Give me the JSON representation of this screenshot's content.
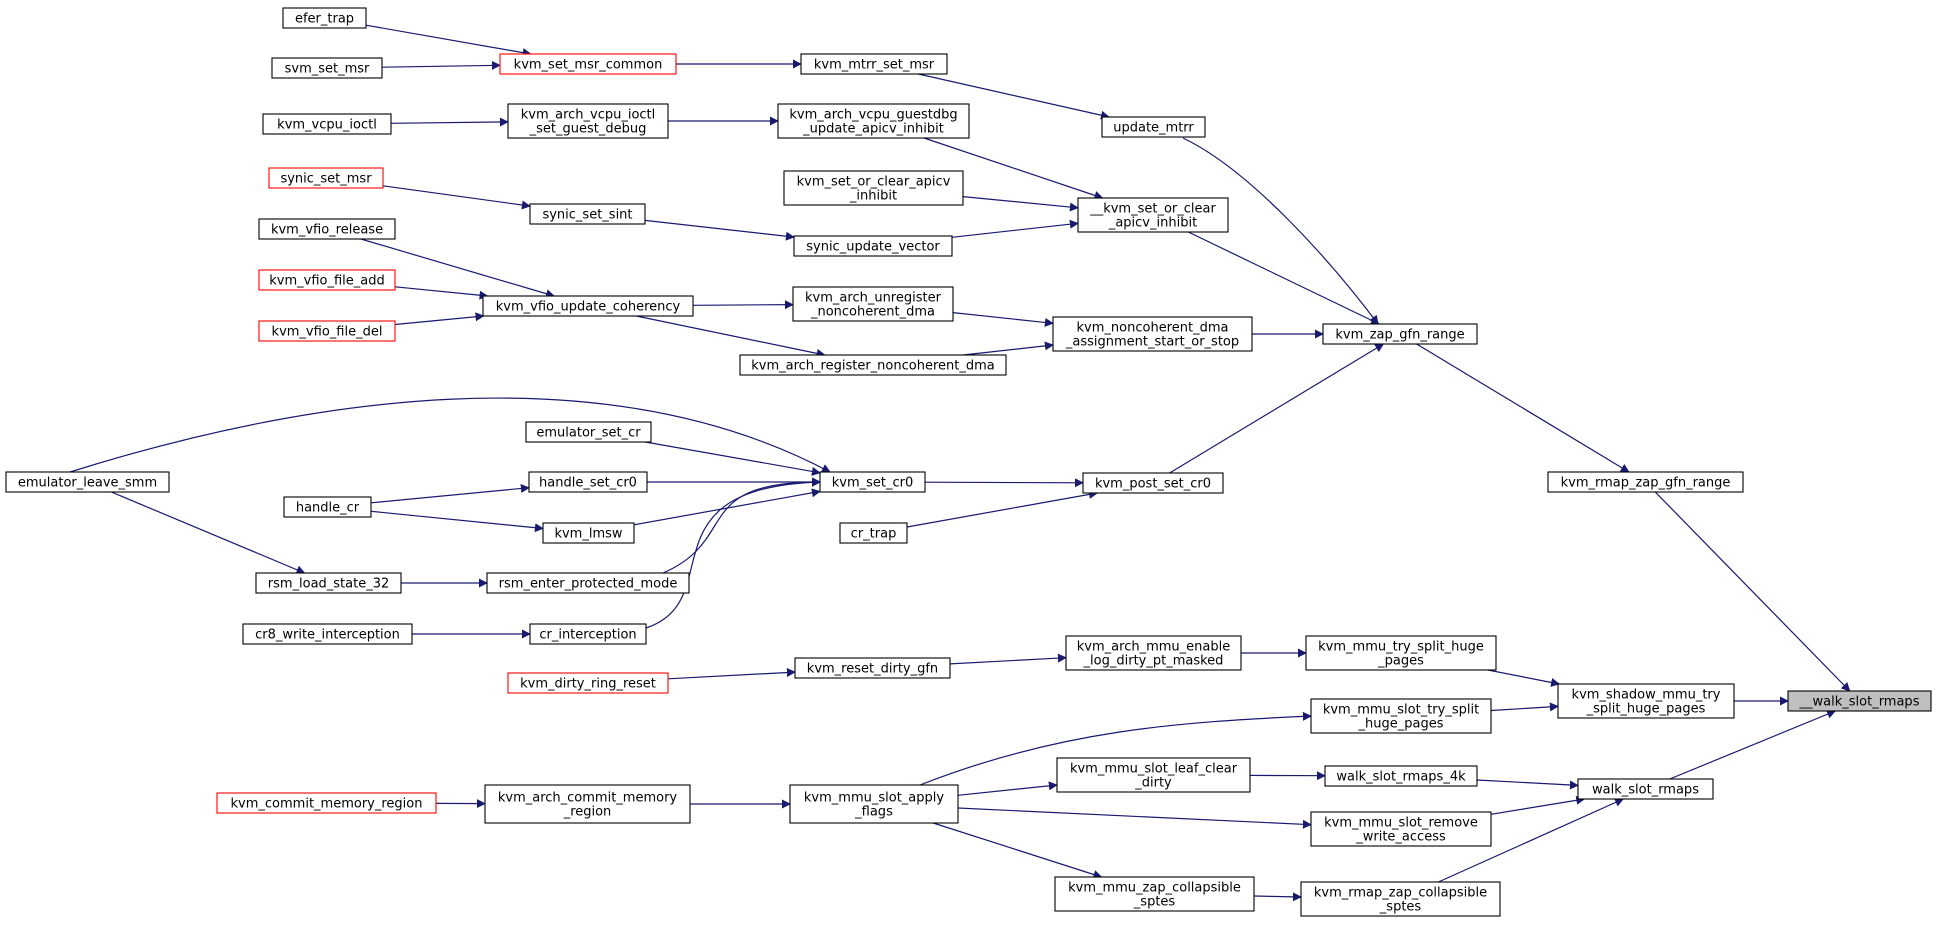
{
  "graph": {
    "root": "__walk_slot_rmaps",
    "edge_color": "#191970",
    "highlight_border_color": "#ff0000",
    "root_fill_color": "#bfbfbf",
    "nodes": [
      {
        "id": "walk_slot_rmaps_root",
        "lines": [
          "__walk_slot_rmaps"
        ],
        "style": "root"
      },
      {
        "id": "kvm_rmap_zap_gfn_range",
        "lines": [
          "kvm_rmap_zap_gfn_range"
        ],
        "style": "normal"
      },
      {
        "id": "kvm_shadow_mmu_try_split_huge_pages",
        "lines": [
          "kvm_shadow_mmu_try",
          "_split_huge_pages"
        ],
        "style": "normal"
      },
      {
        "id": "walk_slot_rmaps",
        "lines": [
          "walk_slot_rmaps"
        ],
        "style": "normal"
      },
      {
        "id": "kvm_zap_gfn_range",
        "lines": [
          "kvm_zap_gfn_range"
        ],
        "style": "normal"
      },
      {
        "id": "update_mtrr",
        "lines": [
          "update_mtrr"
        ],
        "style": "normal"
      },
      {
        "id": "__kvm_set_or_clear_apicv_inhibit",
        "lines": [
          "__kvm_set_or_clear",
          "_apicv_inhibit"
        ],
        "style": "normal"
      },
      {
        "id": "kvm_noncoherent_dma_assignment_start_or_stop",
        "lines": [
          "kvm_noncoherent_dma",
          "_assignment_start_or_stop"
        ],
        "style": "normal"
      },
      {
        "id": "kvm_post_set_cr0",
        "lines": [
          "kvm_post_set_cr0"
        ],
        "style": "normal"
      },
      {
        "id": "kvm_mtrr_set_msr",
        "lines": [
          "kvm_mtrr_set_msr"
        ],
        "style": "normal"
      },
      {
        "id": "kvm_set_msr_common",
        "lines": [
          "kvm_set_msr_common"
        ],
        "style": "red"
      },
      {
        "id": "efer_trap",
        "lines": [
          "efer_trap"
        ],
        "style": "normal"
      },
      {
        "id": "svm_set_msr",
        "lines": [
          "svm_set_msr"
        ],
        "style": "normal"
      },
      {
        "id": "kvm_arch_vcpu_guestdbg_update_apicv_inhibit",
        "lines": [
          "kvm_arch_vcpu_guestdbg",
          "_update_apicv_inhibit"
        ],
        "style": "normal"
      },
      {
        "id": "kvm_arch_vcpu_ioctl_set_guest_debug",
        "lines": [
          "kvm_arch_vcpu_ioctl",
          "_set_guest_debug"
        ],
        "style": "normal"
      },
      {
        "id": "kvm_vcpu_ioctl",
        "lines": [
          "kvm_vcpu_ioctl"
        ],
        "style": "normal"
      },
      {
        "id": "kvm_set_or_clear_apicv_inhibit",
        "lines": [
          "kvm_set_or_clear_apicv",
          "_inhibit"
        ],
        "style": "normal"
      },
      {
        "id": "synic_update_vector",
        "lines": [
          "synic_update_vector"
        ],
        "style": "normal"
      },
      {
        "id": "synic_set_sint",
        "lines": [
          "synic_set_sint"
        ],
        "style": "normal"
      },
      {
        "id": "synic_set_msr",
        "lines": [
          "synic_set_msr"
        ],
        "style": "red"
      },
      {
        "id": "kvm_arch_unregister_noncoherent_dma",
        "lines": [
          "kvm_arch_unregister",
          "_noncoherent_dma"
        ],
        "style": "normal"
      },
      {
        "id": "kvm_arch_register_noncoherent_dma",
        "lines": [
          "kvm_arch_register_noncoherent_dma"
        ],
        "style": "normal"
      },
      {
        "id": "kvm_vfio_update_coherency",
        "lines": [
          "kvm_vfio_update_coherency"
        ],
        "style": "normal"
      },
      {
        "id": "kvm_vfio_release",
        "lines": [
          "kvm_vfio_release"
        ],
        "style": "normal"
      },
      {
        "id": "kvm_vfio_file_add",
        "lines": [
          "kvm_vfio_file_add"
        ],
        "style": "red"
      },
      {
        "id": "kvm_vfio_file_del",
        "lines": [
          "kvm_vfio_file_del"
        ],
        "style": "red"
      },
      {
        "id": "kvm_set_cr0",
        "lines": [
          "kvm_set_cr0"
        ],
        "style": "normal"
      },
      {
        "id": "cr_trap",
        "lines": [
          "cr_trap"
        ],
        "style": "normal"
      },
      {
        "id": "emulator_set_cr",
        "lines": [
          "emulator_set_cr"
        ],
        "style": "normal"
      },
      {
        "id": "handle_set_cr0",
        "lines": [
          "handle_set_cr0"
        ],
        "style": "normal"
      },
      {
        "id": "kvm_lmsw",
        "lines": [
          "kvm_lmsw"
        ],
        "style": "normal"
      },
      {
        "id": "rsm_enter_protected_mode",
        "lines": [
          "rsm_enter_protected_mode"
        ],
        "style": "normal"
      },
      {
        "id": "cr_interception",
        "lines": [
          "cr_interception"
        ],
        "style": "normal"
      },
      {
        "id": "emulator_leave_smm",
        "lines": [
          "emulator_leave_smm"
        ],
        "style": "normal"
      },
      {
        "id": "handle_cr",
        "lines": [
          "handle_cr"
        ],
        "style": "normal"
      },
      {
        "id": "rsm_load_state_32",
        "lines": [
          "rsm_load_state_32"
        ],
        "style": "normal"
      },
      {
        "id": "cr8_write_interception",
        "lines": [
          "cr8_write_interception"
        ],
        "style": "normal"
      },
      {
        "id": "kvm_mmu_try_split_huge_pages",
        "lines": [
          "kvm_mmu_try_split_huge",
          "_pages"
        ],
        "style": "normal"
      },
      {
        "id": "kvm_mmu_slot_try_split_huge_pages",
        "lines": [
          "kvm_mmu_slot_try_split",
          "_huge_pages"
        ],
        "style": "normal"
      },
      {
        "id": "kvm_arch_mmu_enable_log_dirty_pt_masked",
        "lines": [
          "kvm_arch_mmu_enable",
          "_log_dirty_pt_masked"
        ],
        "style": "normal"
      },
      {
        "id": "kvm_reset_dirty_gfn",
        "lines": [
          "kvm_reset_dirty_gfn"
        ],
        "style": "normal"
      },
      {
        "id": "kvm_dirty_ring_reset",
        "lines": [
          "kvm_dirty_ring_reset"
        ],
        "style": "red"
      },
      {
        "id": "walk_slot_rmaps_4k",
        "lines": [
          "walk_slot_rmaps_4k"
        ],
        "style": "normal"
      },
      {
        "id": "kvm_mmu_slot_remove_write_access",
        "lines": [
          "kvm_mmu_slot_remove",
          "_write_access"
        ],
        "style": "normal"
      },
      {
        "id": "kvm_rmap_zap_collapsible_sptes",
        "lines": [
          "kvm_rmap_zap_collapsible",
          "_sptes"
        ],
        "style": "normal"
      },
      {
        "id": "kvm_mmu_slot_leaf_clear_dirty",
        "lines": [
          "kvm_mmu_slot_leaf_clear",
          "_dirty"
        ],
        "style": "normal"
      },
      {
        "id": "kvm_mmu_zap_collapsible_sptes",
        "lines": [
          "kvm_mmu_zap_collapsible",
          "_sptes"
        ],
        "style": "normal"
      },
      {
        "id": "kvm_mmu_slot_apply_flags",
        "lines": [
          "kvm_mmu_slot_apply",
          "_flags"
        ],
        "style": "normal"
      },
      {
        "id": "kvm_arch_commit_memory_region",
        "lines": [
          "kvm_arch_commit_memory",
          "_region"
        ],
        "style": "normal"
      },
      {
        "id": "kvm_commit_memory_region",
        "lines": [
          "kvm_commit_memory_region"
        ],
        "style": "red"
      }
    ],
    "edges": [
      {
        "from": "kvm_rmap_zap_gfn_range",
        "to": "walk_slot_rmaps_root"
      },
      {
        "from": "kvm_shadow_mmu_try_split_huge_pages",
        "to": "walk_slot_rmaps_root"
      },
      {
        "from": "walk_slot_rmaps",
        "to": "walk_slot_rmaps_root"
      },
      {
        "from": "kvm_zap_gfn_range",
        "to": "kvm_rmap_zap_gfn_range"
      },
      {
        "from": "update_mtrr",
        "to": "kvm_zap_gfn_range"
      },
      {
        "from": "__kvm_set_or_clear_apicv_inhibit",
        "to": "kvm_zap_gfn_range"
      },
      {
        "from": "kvm_noncoherent_dma_assignment_start_or_stop",
        "to": "kvm_zap_gfn_range"
      },
      {
        "from": "kvm_post_set_cr0",
        "to": "kvm_zap_gfn_range"
      },
      {
        "from": "kvm_mtrr_set_msr",
        "to": "update_mtrr"
      },
      {
        "from": "kvm_set_msr_common",
        "to": "kvm_mtrr_set_msr"
      },
      {
        "from": "efer_trap",
        "to": "kvm_set_msr_common"
      },
      {
        "from": "svm_set_msr",
        "to": "kvm_set_msr_common"
      },
      {
        "from": "kvm_arch_vcpu_guestdbg_update_apicv_inhibit",
        "to": "__kvm_set_or_clear_apicv_inhibit"
      },
      {
        "from": "kvm_arch_vcpu_ioctl_set_guest_debug",
        "to": "kvm_arch_vcpu_guestdbg_update_apicv_inhibit"
      },
      {
        "from": "kvm_vcpu_ioctl",
        "to": "kvm_arch_vcpu_ioctl_set_guest_debug"
      },
      {
        "from": "kvm_set_or_clear_apicv_inhibit",
        "to": "__kvm_set_or_clear_apicv_inhibit"
      },
      {
        "from": "synic_update_vector",
        "to": "__kvm_set_or_clear_apicv_inhibit"
      },
      {
        "from": "synic_set_sint",
        "to": "synic_update_vector"
      },
      {
        "from": "synic_set_msr",
        "to": "synic_set_sint"
      },
      {
        "from": "kvm_arch_unregister_noncoherent_dma",
        "to": "kvm_noncoherent_dma_assignment_start_or_stop"
      },
      {
        "from": "kvm_arch_register_noncoherent_dma",
        "to": "kvm_noncoherent_dma_assignment_start_or_stop"
      },
      {
        "from": "kvm_vfio_update_coherency",
        "to": "kvm_arch_unregister_noncoherent_dma"
      },
      {
        "from": "kvm_vfio_update_coherency",
        "to": "kvm_arch_register_noncoherent_dma"
      },
      {
        "from": "kvm_vfio_release",
        "to": "kvm_vfio_update_coherency"
      },
      {
        "from": "kvm_vfio_file_add",
        "to": "kvm_vfio_update_coherency"
      },
      {
        "from": "kvm_vfio_file_del",
        "to": "kvm_vfio_update_coherency"
      },
      {
        "from": "kvm_set_cr0",
        "to": "kvm_post_set_cr0"
      },
      {
        "from": "cr_trap",
        "to": "kvm_post_set_cr0"
      },
      {
        "from": "emulator_set_cr",
        "to": "kvm_set_cr0"
      },
      {
        "from": "handle_set_cr0",
        "to": "kvm_set_cr0"
      },
      {
        "from": "kvm_lmsw",
        "to": "kvm_set_cr0"
      },
      {
        "from": "rsm_enter_protected_mode",
        "to": "kvm_set_cr0"
      },
      {
        "from": "cr_interception",
        "to": "kvm_set_cr0"
      },
      {
        "from": "emulator_leave_smm",
        "to": "kvm_set_cr0"
      },
      {
        "from": "handle_cr",
        "to": "handle_set_cr0"
      },
      {
        "from": "handle_cr",
        "to": "kvm_lmsw"
      },
      {
        "from": "emulator_leave_smm",
        "to": "rsm_load_state_32"
      },
      {
        "from": "rsm_load_state_32",
        "to": "rsm_enter_protected_mode"
      },
      {
        "from": "cr8_write_interception",
        "to": "cr_interception"
      },
      {
        "from": "kvm_mmu_try_split_huge_pages",
        "to": "kvm_shadow_mmu_try_split_huge_pages"
      },
      {
        "from": "kvm_mmu_slot_try_split_huge_pages",
        "to": "kvm_shadow_mmu_try_split_huge_pages"
      },
      {
        "from": "kvm_arch_mmu_enable_log_dirty_pt_masked",
        "to": "kvm_mmu_try_split_huge_pages"
      },
      {
        "from": "kvm_reset_dirty_gfn",
        "to": "kvm_arch_mmu_enable_log_dirty_pt_masked"
      },
      {
        "from": "kvm_dirty_ring_reset",
        "to": "kvm_reset_dirty_gfn"
      },
      {
        "from": "walk_slot_rmaps_4k",
        "to": "walk_slot_rmaps"
      },
      {
        "from": "kvm_mmu_slot_remove_write_access",
        "to": "walk_slot_rmaps"
      },
      {
        "from": "kvm_rmap_zap_collapsible_sptes",
        "to": "walk_slot_rmaps"
      },
      {
        "from": "kvm_mmu_slot_leaf_clear_dirty",
        "to": "walk_slot_rmaps_4k"
      },
      {
        "from": "kvm_mmu_zap_collapsible_sptes",
        "to": "kvm_rmap_zap_collapsible_sptes"
      },
      {
        "from": "kvm_mmu_slot_apply_flags",
        "to": "kvm_mmu_slot_try_split_huge_pages"
      },
      {
        "from": "kvm_mmu_slot_apply_flags",
        "to": "kvm_mmu_slot_leaf_clear_dirty"
      },
      {
        "from": "kvm_mmu_slot_apply_flags",
        "to": "kvm_mmu_slot_remove_write_access"
      },
      {
        "from": "kvm_mmu_slot_apply_flags",
        "to": "kvm_mmu_zap_collapsible_sptes"
      },
      {
        "from": "kvm_arch_commit_memory_region",
        "to": "kvm_mmu_slot_apply_flags"
      },
      {
        "from": "kvm_commit_memory_region",
        "to": "kvm_arch_commit_memory_region"
      }
    ]
  }
}
